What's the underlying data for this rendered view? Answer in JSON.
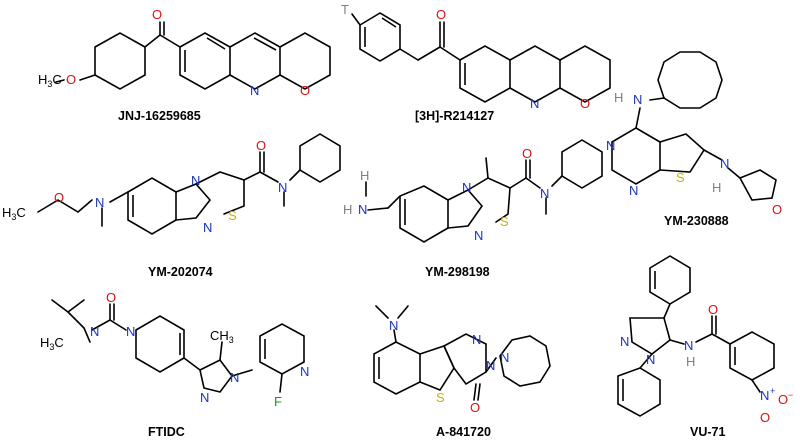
{
  "molecules": [
    {
      "name": "JNJ-16259685"
    },
    {
      "name": "[3H]-R214127"
    },
    {
      "name": "YM-230888"
    },
    {
      "name": "YM-202074"
    },
    {
      "name": "YM-298198"
    },
    {
      "name": "FTIDC"
    },
    {
      "name": "A-841720"
    },
    {
      "name": "VU-71"
    }
  ],
  "atoms": {
    "O": "O",
    "N": "N",
    "S": "S",
    "F": "F",
    "H": "H",
    "T": "T",
    "CH3": "CH",
    "H3C": "H",
    "sub3": "3",
    "sub3b": "3",
    "NO2_plus": "+",
    "NO2_minus": "−",
    "NO2_O": "O"
  },
  "colors": {
    "N": "#1a33c8",
    "O": "#e01010",
    "S": "#c9b400",
    "F": "#10a010",
    "H": "#808080"
  }
}
